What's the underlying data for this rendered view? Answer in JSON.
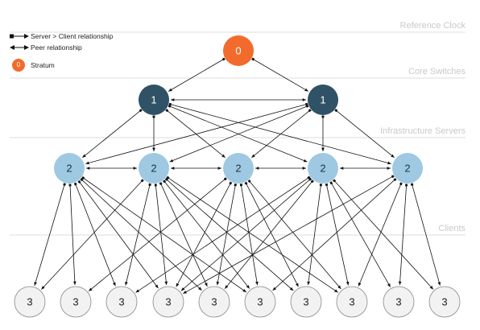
{
  "tiers": [
    {
      "label": "Reference Clock"
    },
    {
      "label": "Core Switches"
    },
    {
      "label": "Infrastructure Servers"
    },
    {
      "label": "Clients"
    }
  ],
  "legend": {
    "server_client": "Server > Client relationship",
    "peer": "Peer relationship",
    "stratum_value": "0",
    "stratum": "Stratum"
  },
  "colors": {
    "stratum0": "#f26b2c",
    "stratum1": "#2f5266",
    "stratum2": "#9fc9e2",
    "stratum3": "#f2f2f2",
    "edge": "#111111",
    "divider": "#dddddd"
  },
  "nodes": {
    "reference": [
      {
        "id": "ref",
        "label": "0"
      }
    ],
    "core": [
      {
        "id": "c1",
        "label": "1"
      },
      {
        "id": "c2",
        "label": "1"
      }
    ],
    "infrastructure": [
      {
        "id": "i1",
        "label": "2"
      },
      {
        "id": "i2",
        "label": "2"
      },
      {
        "id": "i3",
        "label": "2"
      },
      {
        "id": "i4",
        "label": "2"
      },
      {
        "id": "i5",
        "label": "2"
      }
    ],
    "clients": [
      {
        "id": "k1",
        "label": "3"
      },
      {
        "id": "k2",
        "label": "3"
      },
      {
        "id": "k3",
        "label": "3"
      },
      {
        "id": "k4",
        "label": "3"
      },
      {
        "id": "k5",
        "label": "3"
      },
      {
        "id": "k6",
        "label": "3"
      },
      {
        "id": "k7",
        "label": "3"
      },
      {
        "id": "k8",
        "label": "3"
      },
      {
        "id": "k9",
        "label": "3"
      },
      {
        "id": "k10",
        "label": "3"
      }
    ]
  },
  "edges": {
    "server_client": [
      [
        "ref",
        "c1"
      ],
      [
        "ref",
        "c2"
      ],
      [
        "c1",
        "i1"
      ],
      [
        "c1",
        "i2"
      ],
      [
        "c1",
        "i3"
      ],
      [
        "c1",
        "i4"
      ],
      [
        "c1",
        "i5"
      ],
      [
        "c2",
        "i1"
      ],
      [
        "c2",
        "i2"
      ],
      [
        "c2",
        "i3"
      ],
      [
        "c2",
        "i4"
      ],
      [
        "c2",
        "i5"
      ],
      [
        "i1",
        "k1"
      ],
      [
        "i1",
        "k2"
      ],
      [
        "i1",
        "k3"
      ],
      [
        "i1",
        "k4"
      ],
      [
        "i1",
        "k5"
      ],
      [
        "i1",
        "k6"
      ],
      [
        "i2",
        "k1"
      ],
      [
        "i2",
        "k3"
      ],
      [
        "i2",
        "k4"
      ],
      [
        "i2",
        "k5"
      ],
      [
        "i2",
        "k6"
      ],
      [
        "i2",
        "k7"
      ],
      [
        "i2",
        "k8"
      ],
      [
        "i3",
        "k2"
      ],
      [
        "i3",
        "k4"
      ],
      [
        "i3",
        "k5"
      ],
      [
        "i3",
        "k6"
      ],
      [
        "i3",
        "k7"
      ],
      [
        "i3",
        "k8"
      ],
      [
        "i4",
        "k3"
      ],
      [
        "i4",
        "k4"
      ],
      [
        "i4",
        "k5"
      ],
      [
        "i4",
        "k7"
      ],
      [
        "i4",
        "k8"
      ],
      [
        "i4",
        "k9"
      ],
      [
        "i4",
        "k10"
      ],
      [
        "i5",
        "k4"
      ],
      [
        "i5",
        "k6"
      ],
      [
        "i5",
        "k8"
      ],
      [
        "i5",
        "k9"
      ],
      [
        "i5",
        "k10"
      ]
    ],
    "peer": [
      [
        "c1",
        "c2"
      ],
      [
        "i1",
        "i2"
      ],
      [
        "i2",
        "i3"
      ],
      [
        "i3",
        "i4"
      ],
      [
        "i4",
        "i5"
      ]
    ]
  }
}
